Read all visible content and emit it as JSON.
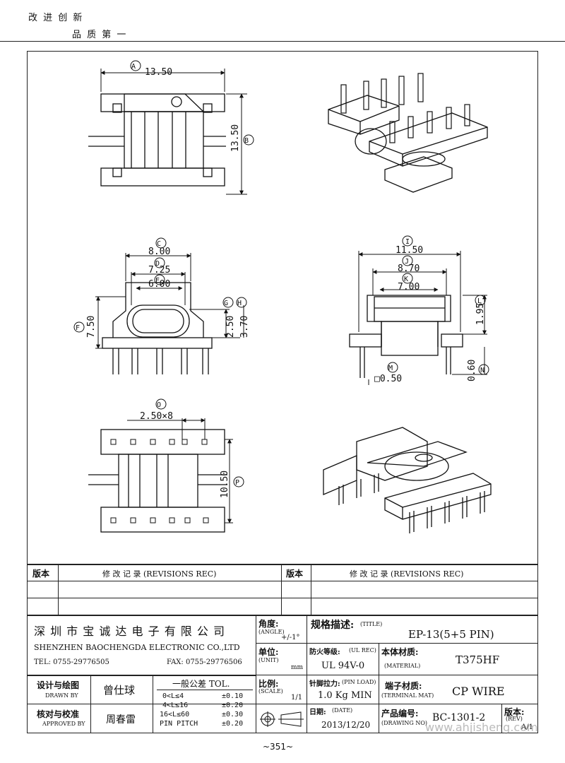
{
  "header": {
    "slogan_line1": "改 进 创 新",
    "slogan_line2": "品 质 第 一"
  },
  "dimensions": {
    "top": {
      "a_label": "A",
      "a_value": "13.50",
      "b_label": "B",
      "b_value": "13.50"
    },
    "front": {
      "c_label": "C",
      "c_value": "8.00",
      "d_label": "D",
      "d_value": "7.25",
      "e_label": "E",
      "e_value": "6.00",
      "f_label": "F",
      "f_value": "7.50",
      "g_label": "G",
      "g_value": "2.50",
      "h_label": "H",
      "h_value": "3.70"
    },
    "side": {
      "i_label": "I",
      "i_value": "11.50",
      "j_label": "J",
      "j_value": "8.70",
      "k_label": "K",
      "k_value": "7.00",
      "l_label": "L",
      "l_value": "1.95",
      "m_label": "M",
      "m_value": "□0.50",
      "n_label": "N",
      "n_value": "0.60"
    },
    "bottom": {
      "o_label": "O",
      "o_value": "2.50×8",
      "p_label": "P",
      "p_value": "10.50"
    }
  },
  "revisions": {
    "col1": "版本",
    "col2": "修 改 记 录  (REVISIONS REC)",
    "col3": "版本",
    "col4": "修 改 记 录  (REVISIONS REC)"
  },
  "company": {
    "name_cn": "深 圳 市 宝 诚 达 电 子 有 限 公 司",
    "name_en": "SHENZHEN BAOCHENGDA ELECTRONIC CO.,LTD",
    "tel": "TEL: 0755-29776505",
    "fax": "FAX: 0755-29776506"
  },
  "angle": {
    "label": "角度:",
    "label_en": "(ANGLE)",
    "value": "+/-1°"
  },
  "unit": {
    "label": "单位:",
    "label_en": "(UNIT)",
    "value": "mm"
  },
  "scale": {
    "label": "比例:",
    "label_en": "(SCALE)",
    "value": "1/1"
  },
  "title": {
    "label": "规格描述:",
    "label_en": "(TITLE)",
    "value": "EP-13(5+5 PIN)"
  },
  "fire": {
    "label": "防火等级:",
    "label_en": "(UL REC)",
    "value": "UL 94V-0"
  },
  "material": {
    "label": "本体材质:",
    "label_en": "(MATERIAL)",
    "value": "T375HF"
  },
  "pin_load": {
    "label": "针脚拉力:",
    "label_en": "(PIN LOAD)",
    "value": "1.0 Kg MIN"
  },
  "terminal": {
    "label": "端子材质:",
    "label_en": "(TERMINAL MAT)",
    "value": "CP WIRE"
  },
  "date": {
    "label": "日期:",
    "label_en": "(DATE)",
    "value": "2013/12/20"
  },
  "drawing_no": {
    "label": "产品编号:",
    "label_en": "(DRAWING NO)",
    "value": "BC-1301-2"
  },
  "rev": {
    "label": "版本:",
    "label_en": "(REV)",
    "value": "A/1"
  },
  "drawn": {
    "label": "设计与绘图",
    "label_en": "DRAWN BY",
    "name": "曾仕球"
  },
  "approved": {
    "label": "核对与校准",
    "label_en": "APPROVED BY",
    "name": "周春雷"
  },
  "tolerance": {
    "title": "一般公差 TOL.",
    "rows": [
      {
        "range": "0<L≤4",
        "tol": "±0.10"
      },
      {
        "range": "4<L≤16",
        "tol": "±0.20"
      },
      {
        "range": "16<L≤60",
        "tol": "±0.30"
      },
      {
        "range": "PIN PITCH",
        "tol": "±0.20"
      }
    ]
  },
  "watermark": "www.ahjisheng.com",
  "page_number": "~351~"
}
